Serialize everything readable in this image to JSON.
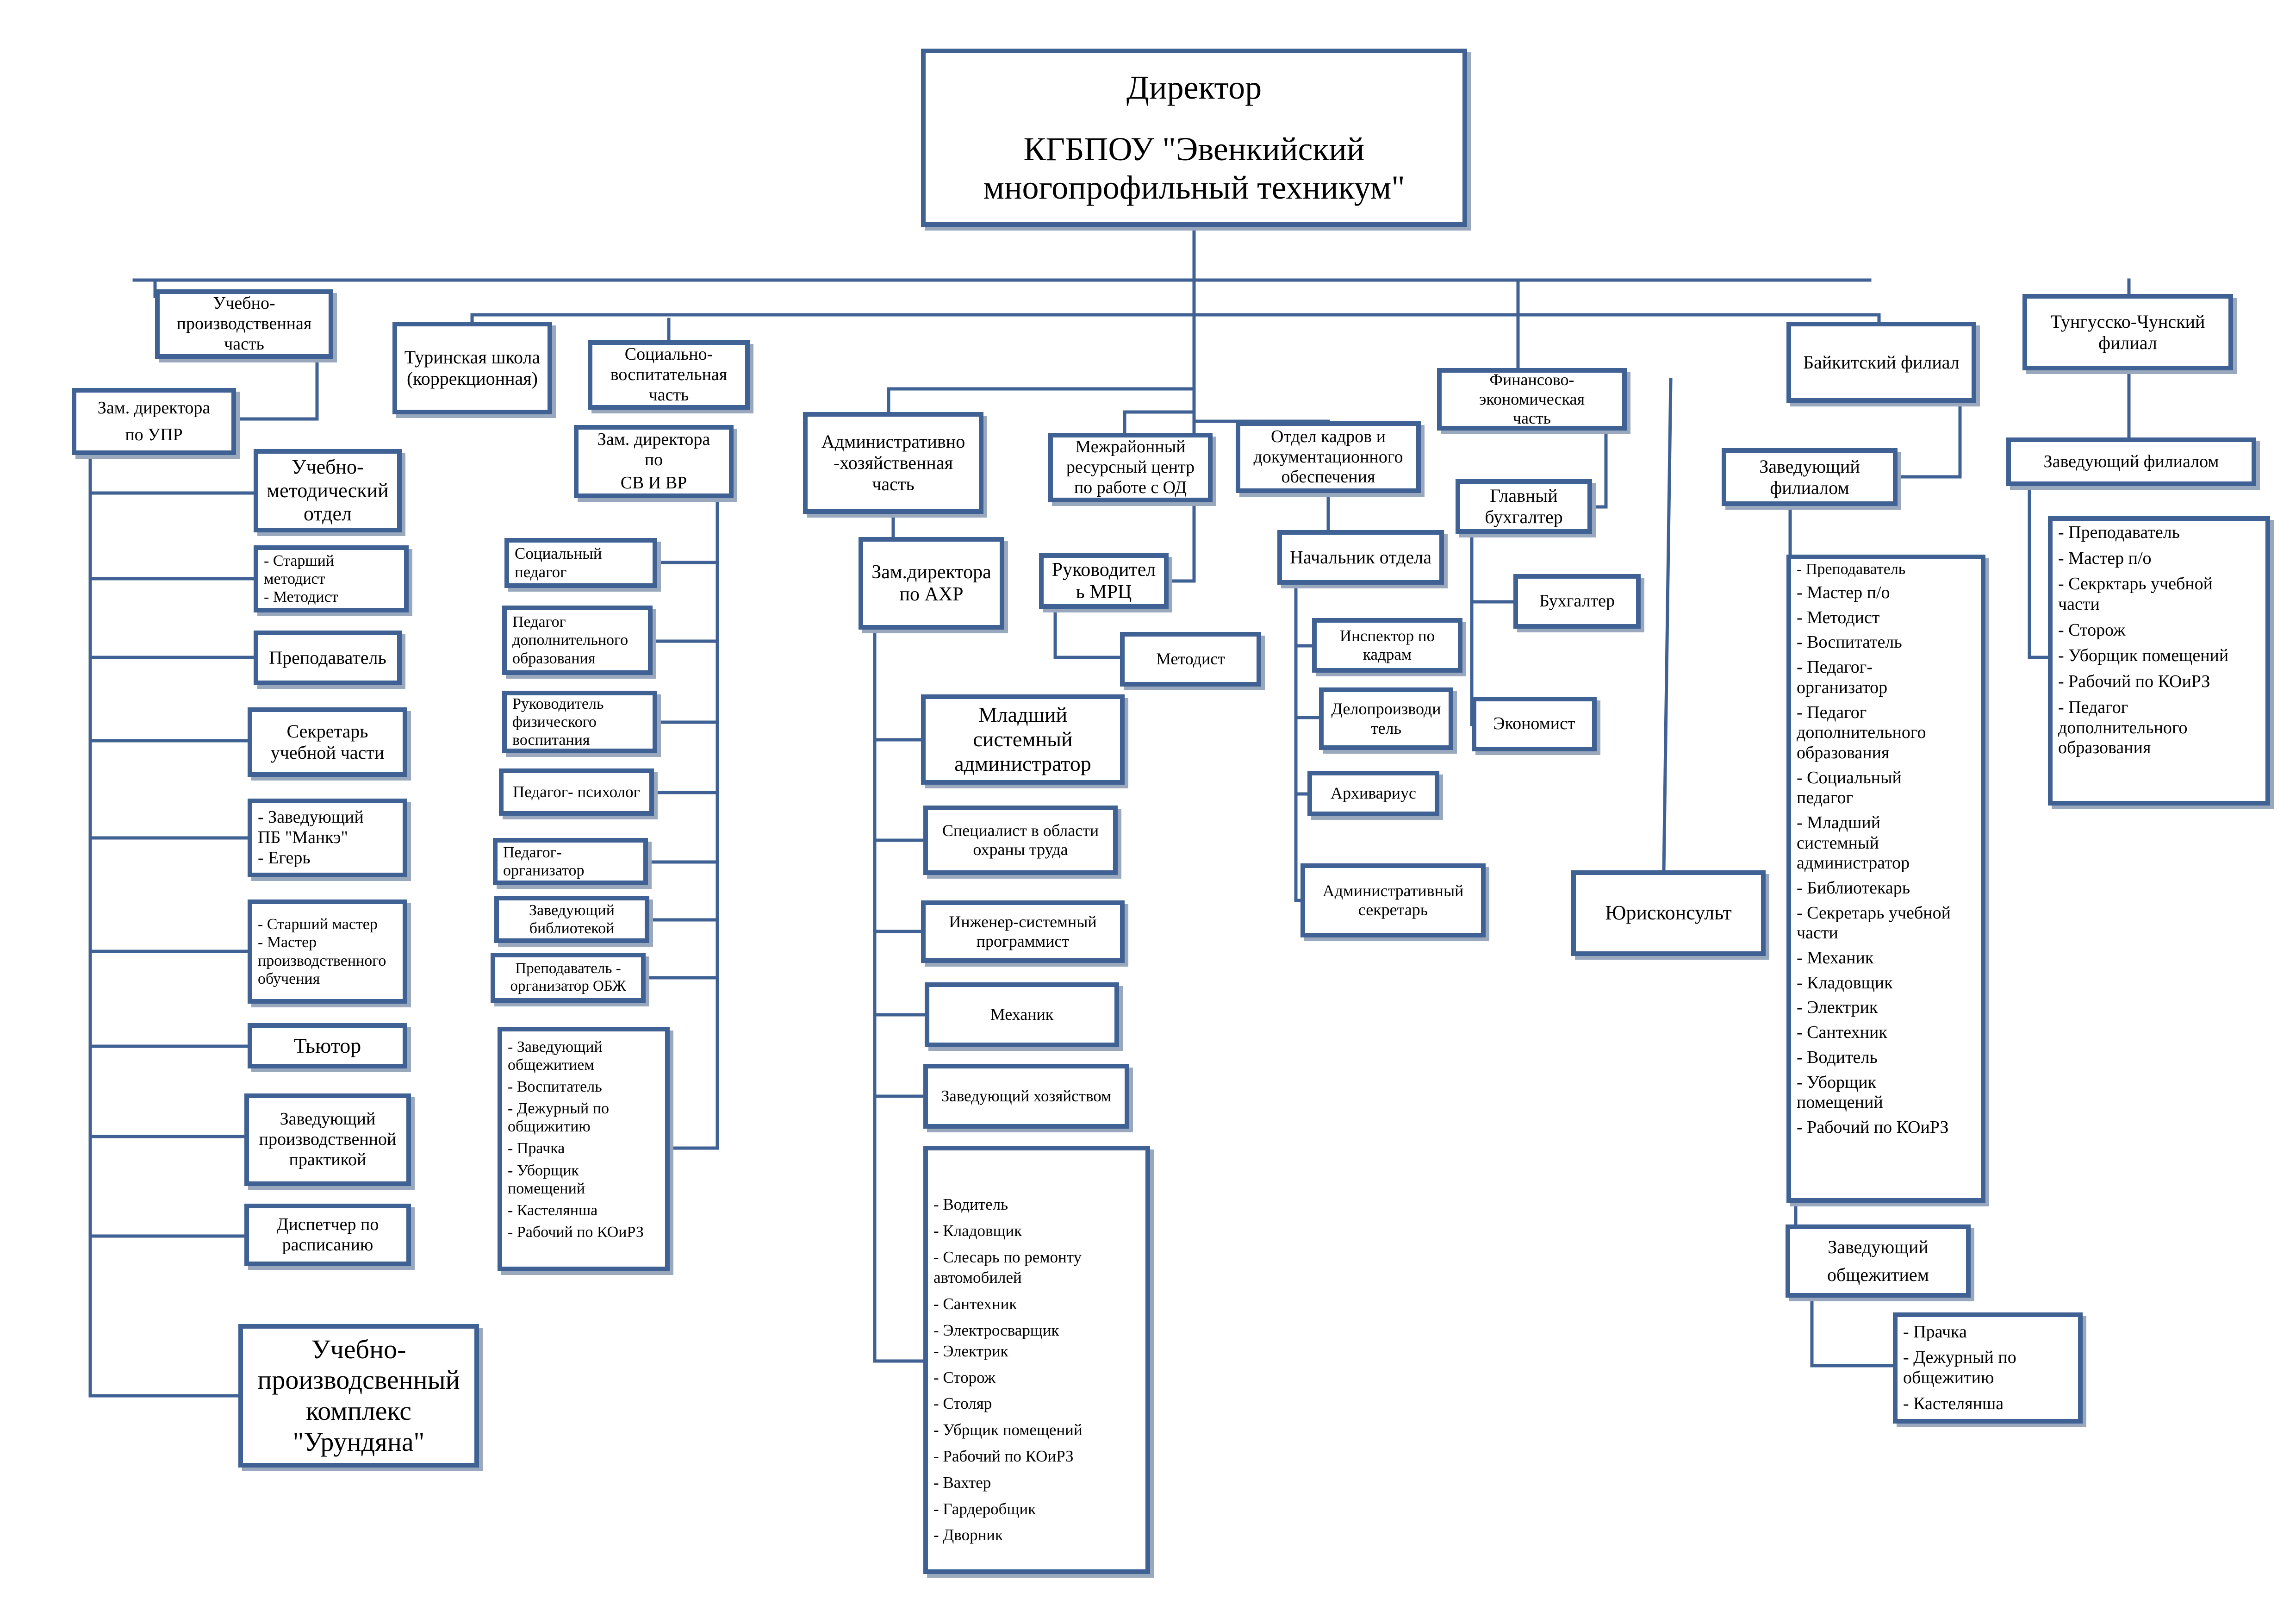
{
  "org_chart": {
    "director": {
      "title": "Директор",
      "org": [
        "КГБПОУ \"Эвенкийский",
        "многопрофильный техникум\""
      ]
    },
    "upr": {
      "dept": [
        "Учебно-",
        "производственная",
        "часть"
      ],
      "deputy": [
        "Зам. директора",
        "по УПР"
      ],
      "method_dept": [
        "Учебно-",
        "методический",
        "отдел"
      ],
      "methodists": [
        "- Старший",
        "методист",
        "- Методист"
      ],
      "teacher": [
        "Преподаватель"
      ],
      "secretary": [
        "Секретарь",
        "учебной части"
      ],
      "manke": [
        "- Заведующий",
        "ПБ \"Манкэ\"",
        "- Егерь"
      ],
      "masters": [
        "- Старший мастер",
        "- Мастер",
        "производственного",
        "обучения"
      ],
      "tutor": [
        "Тьютор"
      ],
      "practice_head": [
        "Заведующий",
        "производственной",
        "практикой"
      ],
      "dispatcher": [
        "Диспетчер по",
        "расписанию"
      ],
      "complex": [
        "Учебно-",
        "производсвенный",
        "комплекс",
        "\"Урундяна\""
      ]
    },
    "tura_school": [
      "Туринская школа",
      "(коррекционная)"
    ],
    "svr": {
      "dept": [
        "Социально-",
        "воспитательная",
        "часть"
      ],
      "deputy": [
        "Зам. директора",
        "по",
        "СВ И ВР"
      ],
      "social_teacher": [
        "Социальный",
        "педагог"
      ],
      "extra_teacher": [
        "Педагог",
        "дополнительного",
        "образования"
      ],
      "pe_head": [
        "Руководитель",
        "физического",
        "воспитания"
      ],
      "psychologist": [
        "Педагог- психолог"
      ],
      "organizer": [
        "Педагог-",
        "организатор"
      ],
      "librarian": [
        "Заведующий",
        "библиотекой"
      ],
      "obzh": [
        "Преподаватель -",
        "организатор ОБЖ"
      ],
      "dorm": [
        "- Заведующий",
        "общежитием",
        "- Воспитатель",
        "- Дежурный по",
        "общижитию",
        "-  Прачка",
        "- Уборщик",
        "помещений",
        "- Кастелянша",
        "- Рабочий по КОиРЗ"
      ]
    },
    "aho": {
      "dept": [
        "Административно",
        "-хозяйственная",
        "часть"
      ],
      "deputy": [
        "Зам.директора",
        "по АХР"
      ],
      "sysadmin": [
        "Младший",
        "системный",
        "администратор"
      ],
      "safety": [
        "Специалист в области",
        "охраны труда"
      ],
      "programmer": [
        "Инженер-системный",
        "программист"
      ],
      "mechanic": [
        "Механик"
      ],
      "supply_head": [
        "Заведующий хозяйством"
      ],
      "workers": [
        "- Водитель",
        "- Кладовщик",
        "- Слесарь по ремонту",
        "автомобилей",
        "- Сантехник",
        "- Электросварщик",
        "- Электрик",
        "- Сторож",
        "- Столяр",
        "- Убрщик помещений",
        "- Рабочий по КОиРЗ",
        "- Вахтер",
        "- Гардеробщик",
        "- Дворник"
      ]
    },
    "mrc": {
      "dept": [
        "Межрайонный",
        "ресурсный центр",
        "по работе с ОД"
      ],
      "head": [
        "Руководител",
        "ь МРЦ"
      ],
      "methodist": [
        "Методист"
      ]
    },
    "hr": {
      "dept": [
        "Отдел кадров и",
        "документационного",
        "обеспечения"
      ],
      "head": [
        "Начальник отдела"
      ],
      "inspector": [
        "Инспектор по",
        "кадрам"
      ],
      "clerk": [
        "Делопроизводи",
        "тель"
      ],
      "archivist": [
        "Архивариус"
      ],
      "secretary": [
        "Административный",
        "секретарь"
      ]
    },
    "finance": {
      "dept": [
        "Финансово-",
        "экономическая",
        "часть"
      ],
      "chief": [
        "Главный",
        "бухгалтер"
      ],
      "accountant": [
        "Бухгалтер"
      ],
      "economist": [
        "Экономист"
      ]
    },
    "lawyer": [
      "Юрисконсульт"
    ],
    "baikit": {
      "branch": [
        "Байкитский филиал"
      ],
      "head": [
        "Заведующий",
        "филиалом"
      ],
      "staff": [
        "- Преподаватель",
        "- Мастер п/о",
        "- Методист",
        "- Воспитатель",
        "- Педагог-",
        "организатор",
        "- Педагог",
        "дополнительного",
        "образования",
        "- Социальный",
        "педагог",
        "- Младший",
        "системный",
        "администратор",
        "- Библиотекарь",
        "- Секретарь учебной",
        "части",
        "- Механик",
        "- Кладовщик",
        "- Электрик",
        "- Сантехник",
        "- Водитель",
        "- Уборщик",
        "помещений",
        "- Рабочий по КОиРЗ"
      ],
      "dorm_head": [
        "Заведующий",
        "общежитием"
      ],
      "dorm_staff": [
        "- Прачка",
        "- Дежурный по",
        "общежитию",
        "- Кастелянша"
      ]
    },
    "tungus": {
      "branch": [
        "Тунгусско-Чунский",
        "филиал"
      ],
      "head": [
        "Заведующий филиалом"
      ],
      "staff": [
        "- Преподаватель",
        "- Мастер п/о",
        "- Секрктарь учебной",
        "части",
        "- Сторож",
        "- Уборщик помещений",
        "- Рабочий по КОиРЗ",
        "- Педагог",
        "дополнительного",
        "образования"
      ]
    }
  },
  "colors": {
    "border": "#3f6193",
    "shadow": "#9aa8bd",
    "line": "#3f6193"
  }
}
